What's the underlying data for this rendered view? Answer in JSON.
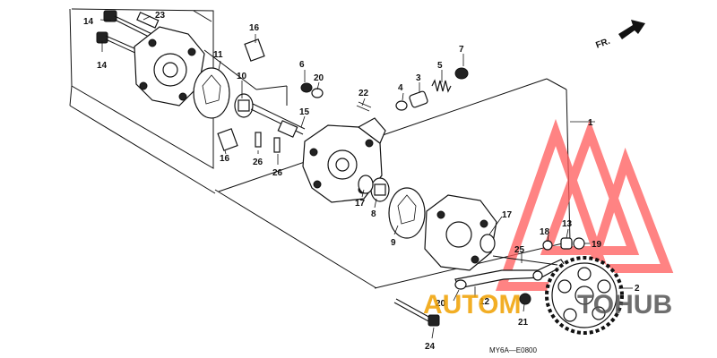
{
  "direction_label": "FR.",
  "diagram_code": "MY6A—E0800",
  "watermark": {
    "text_a": "AUTOM",
    "text_b": "TOHUB",
    "color": "#ff5a5a",
    "accent": "#f0a000"
  },
  "callouts": {
    "n1": "1",
    "n2": "2",
    "n3": "3",
    "n4": "4",
    "n5": "5",
    "n6": "6",
    "n7": "7",
    "n8a": "8",
    "n8b": "8",
    "n9": "9",
    "n10": "10",
    "n11": "11",
    "n12": "12",
    "n13": "13",
    "n14a": "14",
    "n14b": "14",
    "n15": "15",
    "n16a": "16",
    "n16b": "16",
    "n17a": "17",
    "n17b": "17",
    "n18": "18",
    "n19": "19",
    "n20a": "20",
    "n20b": "20",
    "n21": "21",
    "n22": "22",
    "n23": "23",
    "n24": "24",
    "n25": "25",
    "n26a": "26",
    "n26b": "26"
  }
}
